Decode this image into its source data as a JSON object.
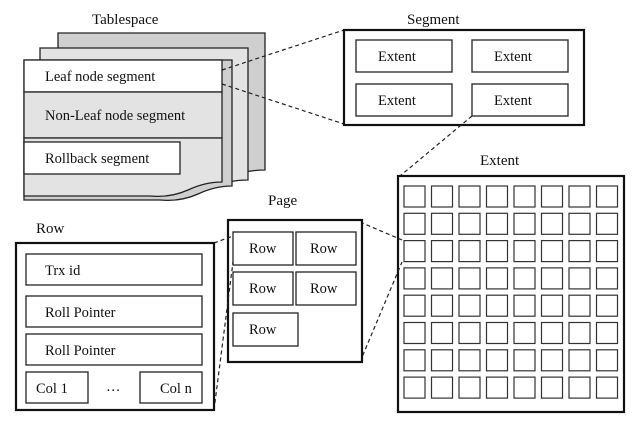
{
  "tablespace": {
    "title": "Tablespace",
    "segments": [
      "Leaf node segment",
      "Non-Leaf node segment",
      "Rollback segment"
    ]
  },
  "segment": {
    "title": "Segment",
    "extents": [
      "Extent",
      "Extent",
      "Extent",
      "Extent"
    ]
  },
  "extent": {
    "title": "Extent",
    "grid_rows": 8,
    "grid_cols": 8
  },
  "page": {
    "title": "Page",
    "rows": [
      "Row",
      "Row",
      "Row",
      "Row",
      "Row"
    ]
  },
  "row": {
    "title": "Row",
    "fields": [
      "Trx id",
      "Roll Pointer",
      "Roll Pointer"
    ],
    "col_first": "Col 1",
    "ellipsis": "…",
    "col_last": "Col n"
  }
}
